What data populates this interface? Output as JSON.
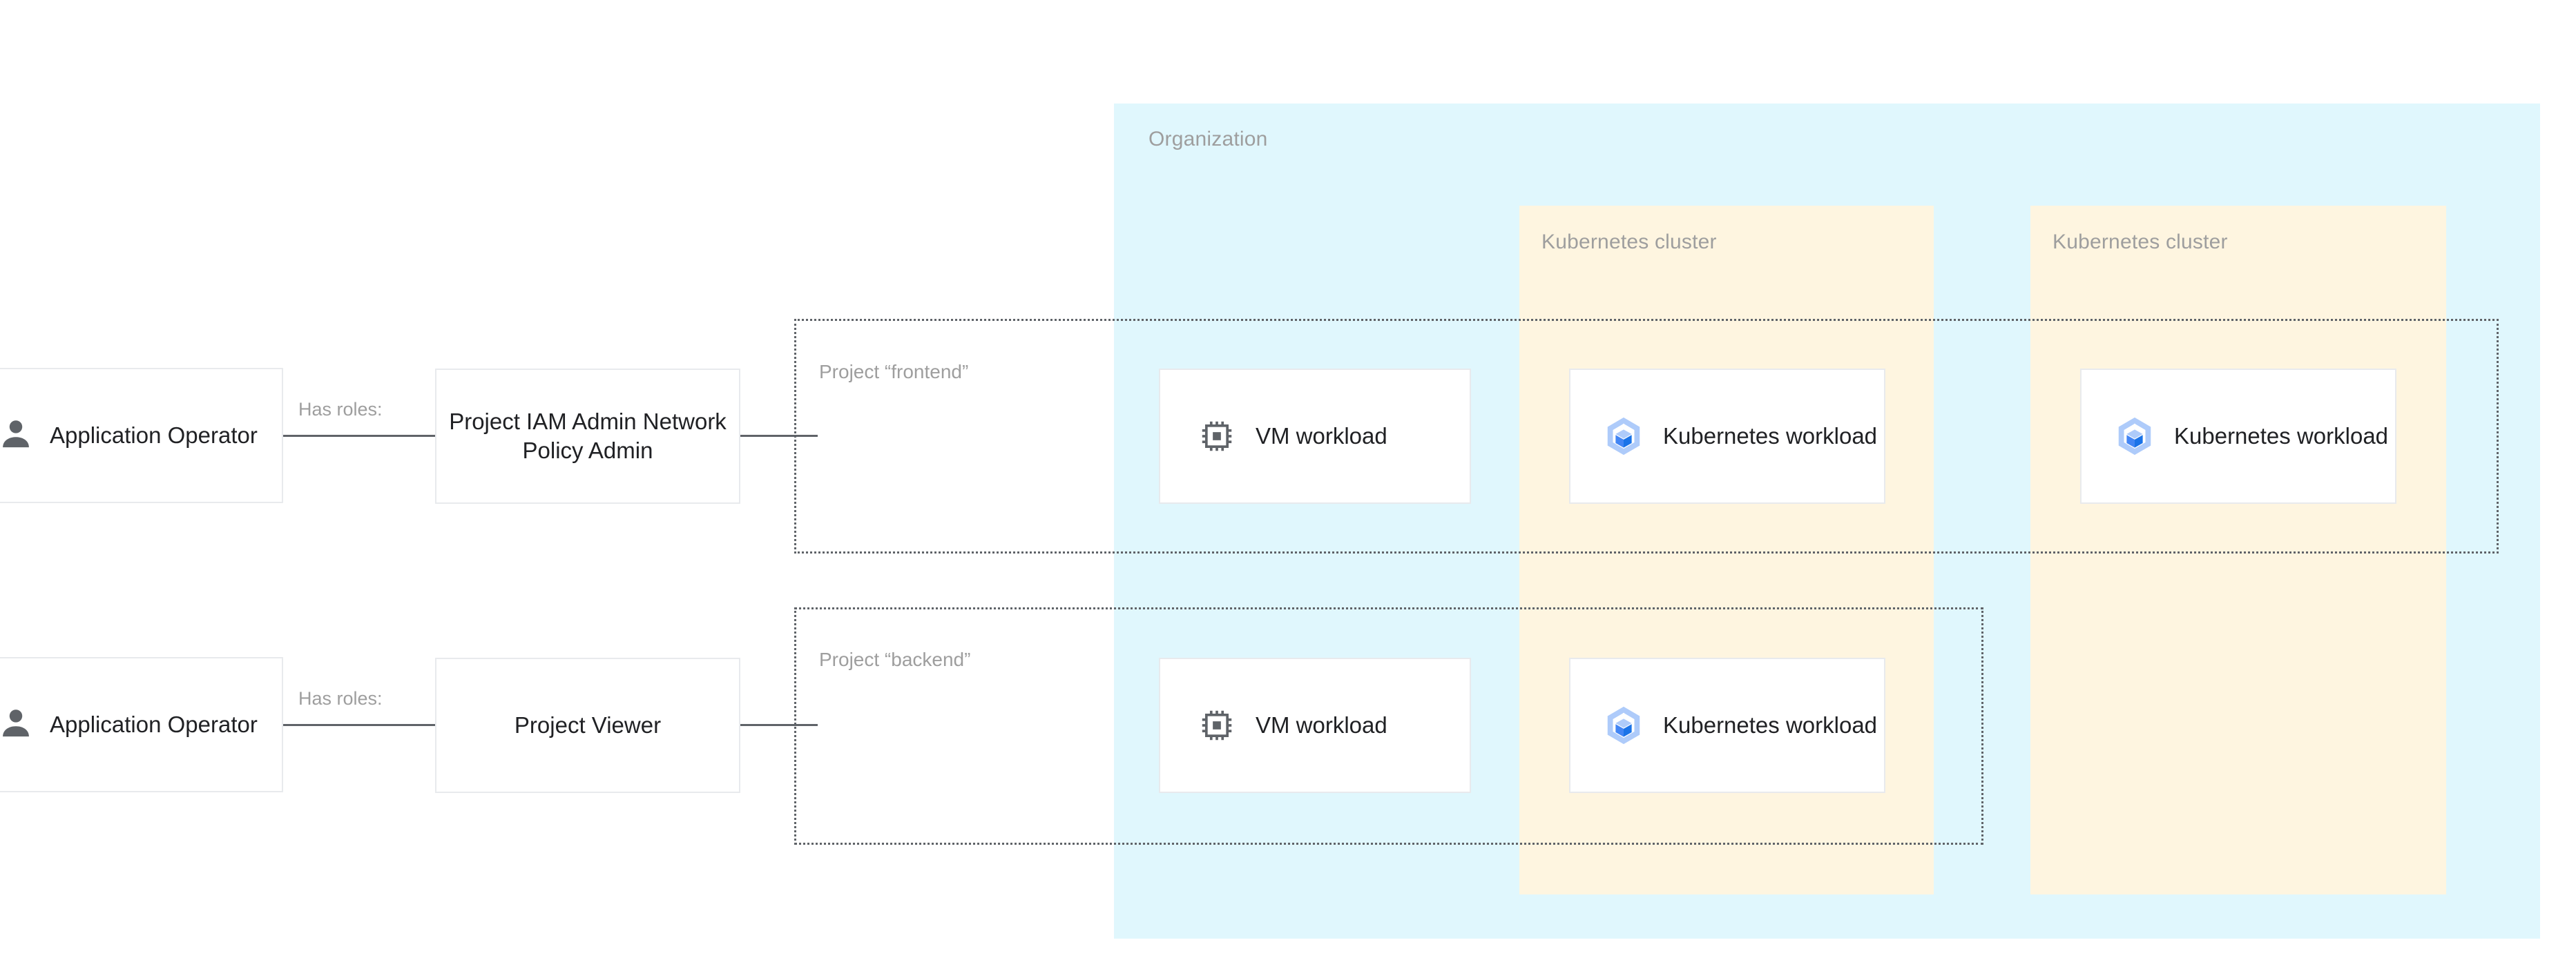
{
  "organization": {
    "label": "Organization",
    "bg_color": "#e0f7fd"
  },
  "clusters": [
    {
      "label": "Kubernetes cluster",
      "bg_color": "#fef5e0"
    },
    {
      "label": "Kubernetes cluster",
      "bg_color": "#fef5e0"
    }
  ],
  "projects": [
    {
      "label": "Project “frontend”"
    },
    {
      "label": "Project “backend”"
    }
  ],
  "principals": [
    {
      "label": "Application Operator",
      "icon": "person-icon"
    },
    {
      "label": "Application Operator",
      "icon": "person-icon"
    }
  ],
  "edges": [
    {
      "label": "Has roles:"
    },
    {
      "label": "Has roles:"
    }
  ],
  "roles": [
    {
      "label": "Project IAM Admin Network Policy Admin"
    },
    {
      "label": "Project Viewer"
    }
  ],
  "workloads": {
    "vm_frontend": {
      "label": "VM workload",
      "icon": "cpu-chip-icon"
    },
    "vm_backend": {
      "label": "VM workload",
      "icon": "cpu-chip-icon"
    },
    "k8s_frontend_cluster1": {
      "label": "Kubernetes workload",
      "icon": "kubernetes-hexagon-icon"
    },
    "k8s_backend_cluster1": {
      "label": "Kubernetes workload",
      "icon": "kubernetes-hexagon-icon"
    },
    "k8s_frontend_cluster2": {
      "label": "Kubernetes workload",
      "icon": "kubernetes-hexagon-icon"
    }
  },
  "colors": {
    "organization_bg": "#e0f7fd",
    "cluster_bg": "#fef5e0",
    "card_bg": "#ffffff",
    "card_border": "#e8eaed",
    "text_primary": "#202124",
    "text_muted": "#9e9e9e",
    "line": "#5f6368",
    "kubernetes_blue": "#4285f4",
    "kubernetes_blue_light": "#aecbfa"
  }
}
